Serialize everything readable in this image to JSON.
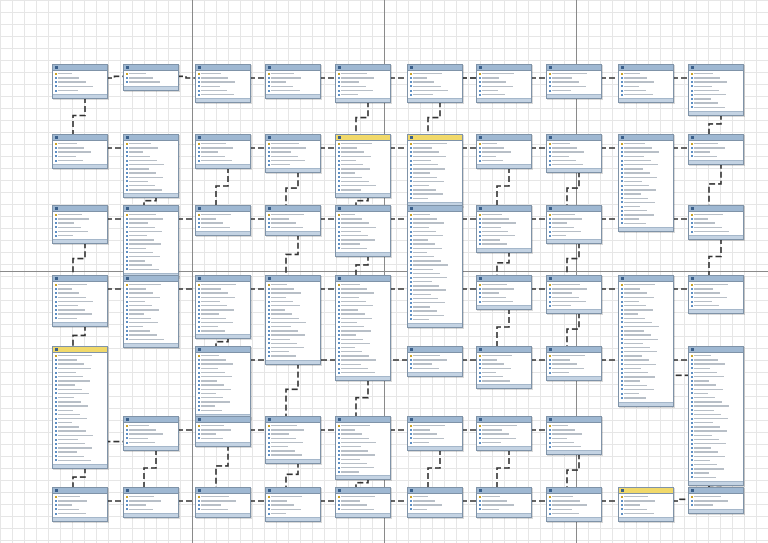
{
  "diagram": {
    "kind": "eer-diagram",
    "colors": {
      "table_header": "#9fb8d2",
      "view_header": "#f1d96a",
      "relationship_line": "#333333",
      "grid": "#e6e6e6",
      "page_break": "#8a8a8a"
    },
    "tables": [
      {
        "r": 0,
        "c": 0,
        "n": 5
      },
      {
        "r": 0,
        "c": 1,
        "n": 3
      },
      {
        "r": 0,
        "c": 2,
        "n": 6
      },
      {
        "r": 0,
        "c": 3,
        "n": 5
      },
      {
        "r": 0,
        "c": 4,
        "n": 6
      },
      {
        "r": 0,
        "c": 5,
        "n": 6
      },
      {
        "r": 0,
        "c": 6,
        "n": 6
      },
      {
        "r": 0,
        "c": 7,
        "n": 5
      },
      {
        "r": 0,
        "c": 8,
        "n": 6
      },
      {
        "r": 0,
        "c": 9,
        "n": 9
      },
      {
        "r": 1,
        "c": 0,
        "n": 5
      },
      {
        "r": 1,
        "c": 1,
        "n": 12
      },
      {
        "r": 1,
        "c": 2,
        "n": 5
      },
      {
        "r": 1,
        "c": 3,
        "n": 6
      },
      {
        "r": 1,
        "c": 4,
        "n": 12,
        "view": true
      },
      {
        "r": 1,
        "c": 5,
        "n": 14,
        "view": true
      },
      {
        "r": 1,
        "c": 6,
        "n": 5
      },
      {
        "r": 1,
        "c": 7,
        "n": 6
      },
      {
        "r": 1,
        "c": 8,
        "n": 20
      },
      {
        "r": 1,
        "c": 9,
        "n": 4
      },
      {
        "r": 2,
        "c": 0,
        "n": 6
      },
      {
        "r": 2,
        "c": 1,
        "n": 14
      },
      {
        "r": 2,
        "c": 2,
        "n": 4
      },
      {
        "r": 2,
        "c": 3,
        "n": 4
      },
      {
        "r": 2,
        "c": 4,
        "n": 9
      },
      {
        "r": 2,
        "c": 5,
        "n": 26
      },
      {
        "r": 2,
        "c": 6,
        "n": 8
      },
      {
        "r": 2,
        "c": 7,
        "n": 6
      },
      {
        "r": 2,
        "c": 9,
        "n": 5
      },
      {
        "r": 3,
        "c": 0,
        "n": 9
      },
      {
        "r": 3,
        "c": 1,
        "n": 14
      },
      {
        "r": 3,
        "c": 2,
        "n": 12
      },
      {
        "r": 3,
        "c": 3,
        "n": 18
      },
      {
        "r": 3,
        "c": 4,
        "n": 22
      },
      {
        "r": 3,
        "c": 6,
        "n": 5
      },
      {
        "r": 3,
        "c": 7,
        "n": 6
      },
      {
        "r": 3,
        "c": 8,
        "n": 28
      },
      {
        "r": 3,
        "c": 9,
        "n": 6
      },
      {
        "r": 4,
        "c": 0,
        "n": 26,
        "view": true
      },
      {
        "r": 4,
        "c": 2,
        "n": 14
      },
      {
        "r": 4,
        "c": 5,
        "n": 4
      },
      {
        "r": 4,
        "c": 6,
        "n": 7
      },
      {
        "r": 4,
        "c": 7,
        "n": 5
      },
      {
        "r": 4,
        "c": 9,
        "n": 30
      },
      {
        "r": 5,
        "c": 1,
        "n": 5
      },
      {
        "r": 5,
        "c": 2,
        "n": 4
      },
      {
        "r": 5,
        "c": 3,
        "n": 8
      },
      {
        "r": 5,
        "c": 4,
        "n": 12
      },
      {
        "r": 5,
        "c": 5,
        "n": 5
      },
      {
        "r": 5,
        "c": 6,
        "n": 5
      },
      {
        "r": 5,
        "c": 7,
        "n": 6
      },
      {
        "r": 6,
        "c": 0,
        "n": 5
      },
      {
        "r": 6,
        "c": 1,
        "n": 4
      },
      {
        "r": 6,
        "c": 2,
        "n": 4
      },
      {
        "r": 6,
        "c": 3,
        "n": 5
      },
      {
        "r": 6,
        "c": 4,
        "n": 4
      },
      {
        "r": 6,
        "c": 5,
        "n": 4
      },
      {
        "r": 6,
        "c": 6,
        "n": 4
      },
      {
        "r": 6,
        "c": 7,
        "n": 5
      },
      {
        "r": 6,
        "c": 8,
        "n": 5,
        "view": true
      },
      {
        "r": 6,
        "c": 9,
        "n": 3
      }
    ],
    "relationships": [
      [
        0,
        0,
        1,
        0
      ],
      [
        0,
        1,
        0,
        2
      ],
      [
        0,
        2,
        0,
        3
      ],
      [
        0,
        3,
        0,
        4
      ],
      [
        0,
        4,
        1,
        4
      ],
      [
        0,
        5,
        0,
        6
      ],
      [
        0,
        6,
        0,
        7
      ],
      [
        0,
        7,
        0,
        8
      ],
      [
        0,
        8,
        0,
        9
      ],
      [
        0,
        4,
        0,
        6
      ],
      [
        0,
        5,
        1,
        5
      ],
      [
        0,
        9,
        1,
        9
      ],
      [
        1,
        0,
        1,
        1
      ],
      [
        1,
        1,
        2,
        1
      ],
      [
        1,
        2,
        1,
        3
      ],
      [
        1,
        3,
        1,
        4
      ],
      [
        1,
        4,
        1,
        5
      ],
      [
        1,
        5,
        1,
        6
      ],
      [
        1,
        6,
        1,
        7
      ],
      [
        1,
        7,
        1,
        8
      ],
      [
        1,
        8,
        1,
        9
      ],
      [
        1,
        3,
        2,
        3
      ],
      [
        1,
        4,
        2,
        4
      ],
      [
        1,
        6,
        2,
        6
      ],
      [
        1,
        7,
        2,
        7
      ],
      [
        1,
        2,
        2,
        2
      ],
      [
        1,
        5,
        2,
        5
      ],
      [
        2,
        0,
        2,
        1
      ],
      [
        2,
        1,
        2,
        2
      ],
      [
        2,
        2,
        2,
        3
      ],
      [
        2,
        3,
        2,
        4
      ],
      [
        2,
        4,
        2,
        5
      ],
      [
        2,
        5,
        2,
        6
      ],
      [
        2,
        6,
        2,
        7
      ],
      [
        2,
        7,
        2,
        9
      ],
      [
        2,
        0,
        3,
        0
      ],
      [
        2,
        1,
        3,
        1
      ],
      [
        2,
        3,
        3,
        3
      ],
      [
        2,
        4,
        3,
        4
      ],
      [
        2,
        6,
        3,
        6
      ],
      [
        2,
        7,
        3,
        7
      ],
      [
        3,
        0,
        3,
        1
      ],
      [
        3,
        1,
        3,
        2
      ],
      [
        3,
        2,
        3,
        3
      ],
      [
        3,
        3,
        3,
        4
      ],
      [
        3,
        4,
        3,
        6
      ],
      [
        3,
        6,
        3,
        7
      ],
      [
        3,
        7,
        3,
        8
      ],
      [
        3,
        8,
        3,
        9
      ],
      [
        3,
        0,
        4,
        0
      ],
      [
        3,
        2,
        4,
        2
      ],
      [
        3,
        3,
        5,
        3
      ],
      [
        3,
        4,
        5,
        4
      ],
      [
        3,
        6,
        4,
        6
      ],
      [
        3,
        7,
        4,
        7
      ],
      [
        3,
        8,
        4,
        9
      ],
      [
        4,
        0,
        5,
        1
      ],
      [
        4,
        2,
        5,
        2
      ],
      [
        4,
        5,
        4,
        6
      ],
      [
        4,
        6,
        4,
        7
      ],
      [
        4,
        7,
        4,
        9
      ],
      [
        4,
        2,
        4,
        5
      ],
      [
        5,
        1,
        5,
        2
      ],
      [
        5,
        2,
        5,
        3
      ],
      [
        5,
        3,
        5,
        4
      ],
      [
        5,
        4,
        5,
        5
      ],
      [
        5,
        5,
        5,
        6
      ],
      [
        5,
        6,
        5,
        7
      ],
      [
        5,
        1,
        6,
        1
      ],
      [
        5,
        2,
        6,
        2
      ],
      [
        5,
        3,
        6,
        3
      ],
      [
        5,
        4,
        6,
        4
      ],
      [
        5,
        5,
        6,
        5
      ],
      [
        5,
        6,
        6,
        6
      ],
      [
        5,
        7,
        6,
        7
      ],
      [
        6,
        0,
        6,
        1
      ],
      [
        6,
        1,
        6,
        2
      ],
      [
        6,
        2,
        6,
        3
      ],
      [
        6,
        3,
        6,
        4
      ],
      [
        6,
        4,
        6,
        5
      ],
      [
        6,
        5,
        6,
        6
      ],
      [
        6,
        6,
        6,
        7
      ],
      [
        6,
        7,
        6,
        8
      ],
      [
        6,
        8,
        6,
        9
      ],
      [
        4,
        0,
        6,
        0
      ],
      [
        3,
        5,
        5,
        5
      ],
      [
        2,
        9,
        3,
        9
      ],
      [
        1,
        9,
        2,
        9
      ],
      [
        0,
        0,
        0,
        1
      ],
      [
        4,
        9,
        6,
        9
      ]
    ]
  }
}
